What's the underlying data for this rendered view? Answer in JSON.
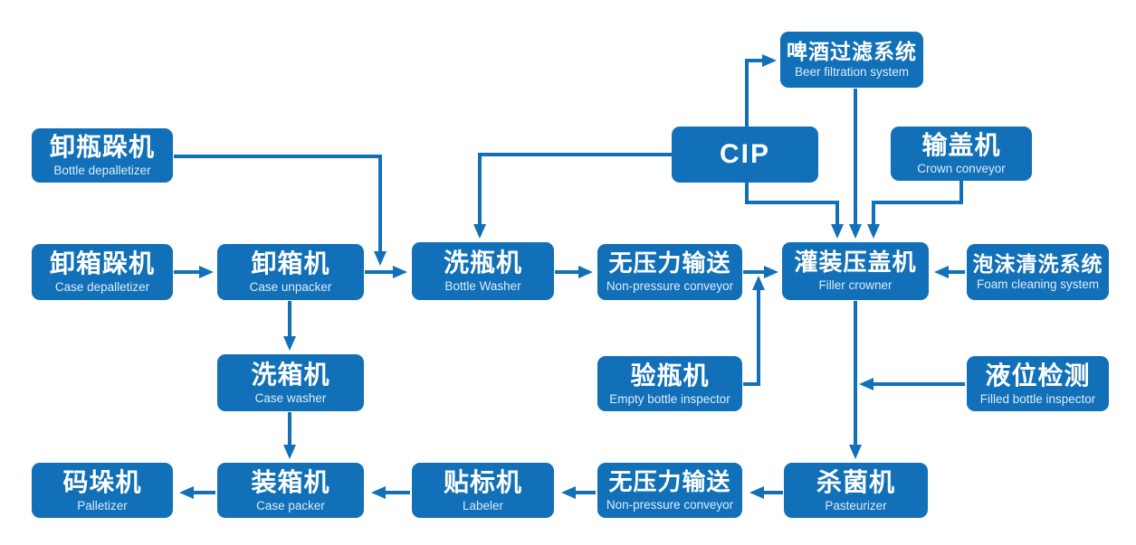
{
  "diagram": {
    "title": "Beer bottling line process flow",
    "background_color": "#ffffff",
    "accent_color": "#1170b7",
    "node_text_color": "#ffffff",
    "node_subtitle_color": "#dcebfb"
  },
  "nodes": [
    {
      "id": "beer-filtration-system",
      "zh": "啤酒过滤系统",
      "en": "Beer filtration system"
    },
    {
      "id": "bottle-depalletizer",
      "zh": "卸瓶跺机",
      "en": "Bottle depalletizer"
    },
    {
      "id": "cip",
      "zh": "CIP",
      "en": ""
    },
    {
      "id": "crown-conveyor",
      "zh": "输盖机",
      "en": "Crown conveyor"
    },
    {
      "id": "case-depalletizer",
      "zh": "卸箱跺机",
      "en": "Case  depalletizer"
    },
    {
      "id": "case-unpacker",
      "zh": "卸箱机",
      "en": "Case unpacker"
    },
    {
      "id": "bottle-washer",
      "zh": "洗瓶机",
      "en": "Bottle Washer"
    },
    {
      "id": "non-pressure-conveyor-1",
      "zh": "无压力输送",
      "en": "Non-pressure conveyor"
    },
    {
      "id": "filler-crowner",
      "zh": "灌装压盖机",
      "en": "Filler  crowner"
    },
    {
      "id": "foam-cleaning-system",
      "zh": "泡沫清洗系统",
      "en": "Foam cleaning system"
    },
    {
      "id": "case-washer",
      "zh": "洗箱机",
      "en": "Case washer"
    },
    {
      "id": "empty-bottle-inspector",
      "zh": "验瓶机",
      "en": "Empty bottle inspector"
    },
    {
      "id": "filled-bottle-inspector",
      "zh": "液位检测",
      "en": "Filled bottle inspector"
    },
    {
      "id": "palletizer",
      "zh": "码垛机",
      "en": "Palletizer"
    },
    {
      "id": "case-packer",
      "zh": "装箱机",
      "en": "Case packer"
    },
    {
      "id": "labeler",
      "zh": "贴标机",
      "en": "Labeler"
    },
    {
      "id": "non-pressure-conveyor-2",
      "zh": "无压力输送",
      "en": "Non-pressure conveyor"
    },
    {
      "id": "pasteurizer",
      "zh": "杀菌机",
      "en": "Pasteurizer"
    }
  ],
  "connections": [
    {
      "from": "bottle-depalletizer",
      "to": "bottle-washer"
    },
    {
      "from": "case-depalletizer",
      "to": "case-unpacker"
    },
    {
      "from": "case-unpacker",
      "to": "bottle-washer"
    },
    {
      "from": "bottle-washer",
      "to": "non-pressure-conveyor-1"
    },
    {
      "from": "non-pressure-conveyor-1",
      "to": "filler-crowner"
    },
    {
      "from": "foam-cleaning-system",
      "to": "filler-crowner"
    },
    {
      "from": "cip",
      "to": "bottle-washer"
    },
    {
      "from": "cip",
      "to": "beer-filtration-system"
    },
    {
      "from": "beer-filtration-system",
      "to": "filler-crowner"
    },
    {
      "from": "cip",
      "to": "filler-crowner"
    },
    {
      "from": "crown-conveyor",
      "to": "filler-crowner"
    },
    {
      "from": "case-unpacker",
      "to": "case-washer"
    },
    {
      "from": "case-washer",
      "to": "case-packer"
    },
    {
      "from": "empty-bottle-inspector",
      "to": "filler-crowner"
    },
    {
      "from": "filler-crowner",
      "to": "pasteurizer"
    },
    {
      "from": "filled-bottle-inspector",
      "to": "pasteurizer"
    },
    {
      "from": "pasteurizer",
      "to": "non-pressure-conveyor-2"
    },
    {
      "from": "non-pressure-conveyor-2",
      "to": "labeler"
    },
    {
      "from": "labeler",
      "to": "case-packer"
    },
    {
      "from": "case-packer",
      "to": "palletizer"
    }
  ]
}
